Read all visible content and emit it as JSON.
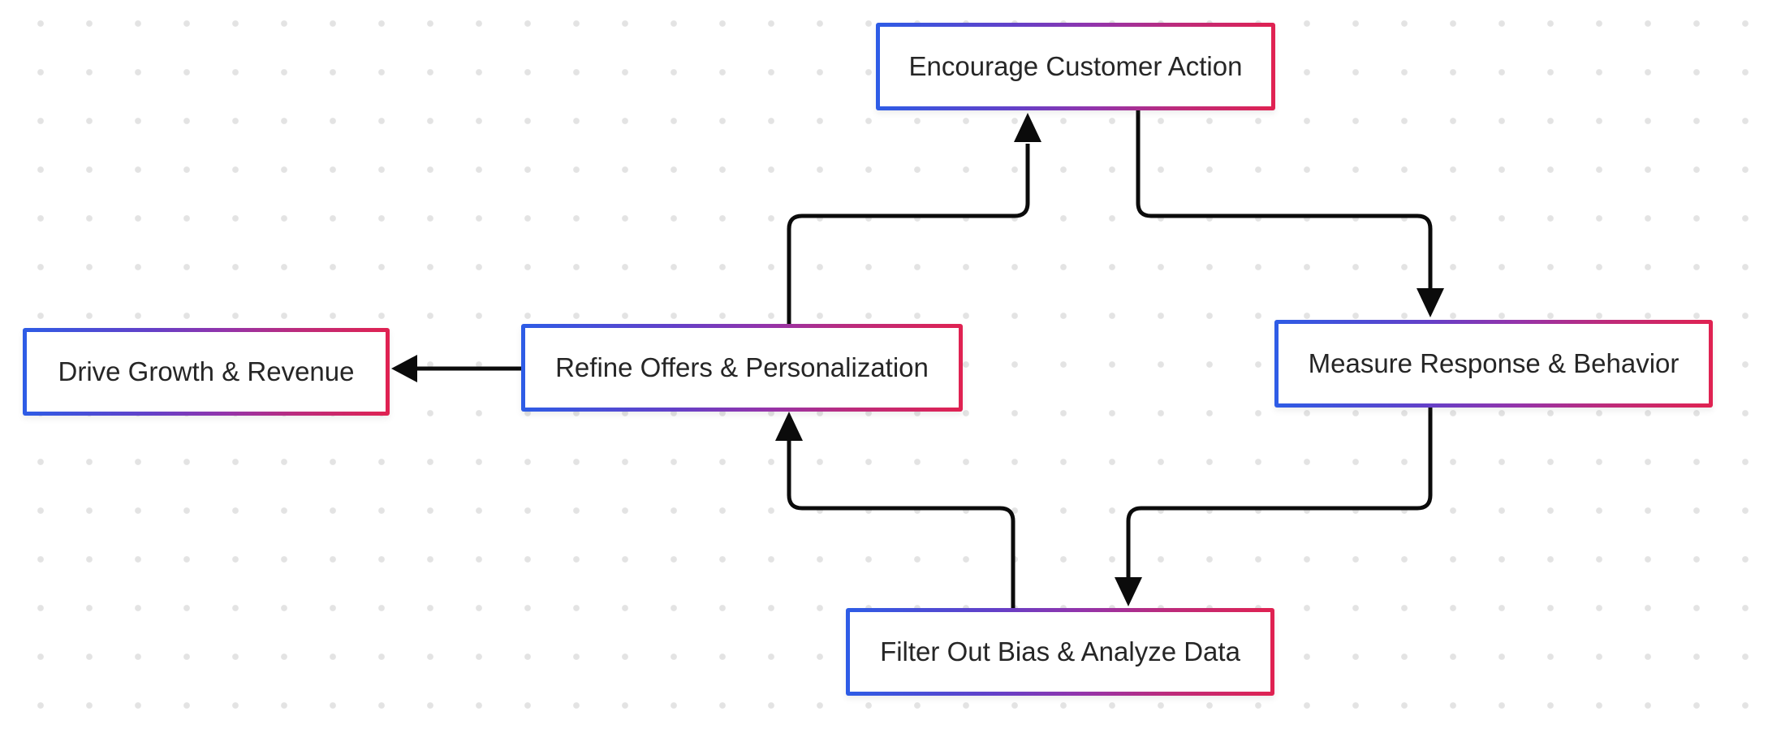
{
  "theme": {
    "canvas_background": "#ffffff",
    "dot_grid_color": "#e3e3e3",
    "connector_color": "#0b0b0b",
    "node_fill": "#ffffff",
    "node_text_color": "#262626",
    "node_border_gradient": [
      "#2d5ce6",
      "#6440c8",
      "#9334ab",
      "#bc2b7c",
      "#e02251"
    ]
  },
  "nodes": [
    {
      "id": "encourage",
      "label": "Encourage Customer Action"
    },
    {
      "id": "measure",
      "label": "Measure Response & Behavior"
    },
    {
      "id": "filter",
      "label": "Filter Out Bias & Analyze Data"
    },
    {
      "id": "refine",
      "label": "Refine Offers & Personalization"
    },
    {
      "id": "drive",
      "label": "Drive Growth & Revenue"
    }
  ],
  "edges": [
    {
      "from": "Encourage Customer Action",
      "to": "Measure Response & Behavior"
    },
    {
      "from": "Measure Response & Behavior",
      "to": "Filter Out Bias & Analyze Data"
    },
    {
      "from": "Filter Out Bias & Analyze Data",
      "to": "Refine Offers & Personalization"
    },
    {
      "from": "Refine Offers & Personalization",
      "to": "Encourage Customer Action"
    },
    {
      "from": "Refine Offers & Personalization",
      "to": "Drive Growth & Revenue"
    }
  ]
}
